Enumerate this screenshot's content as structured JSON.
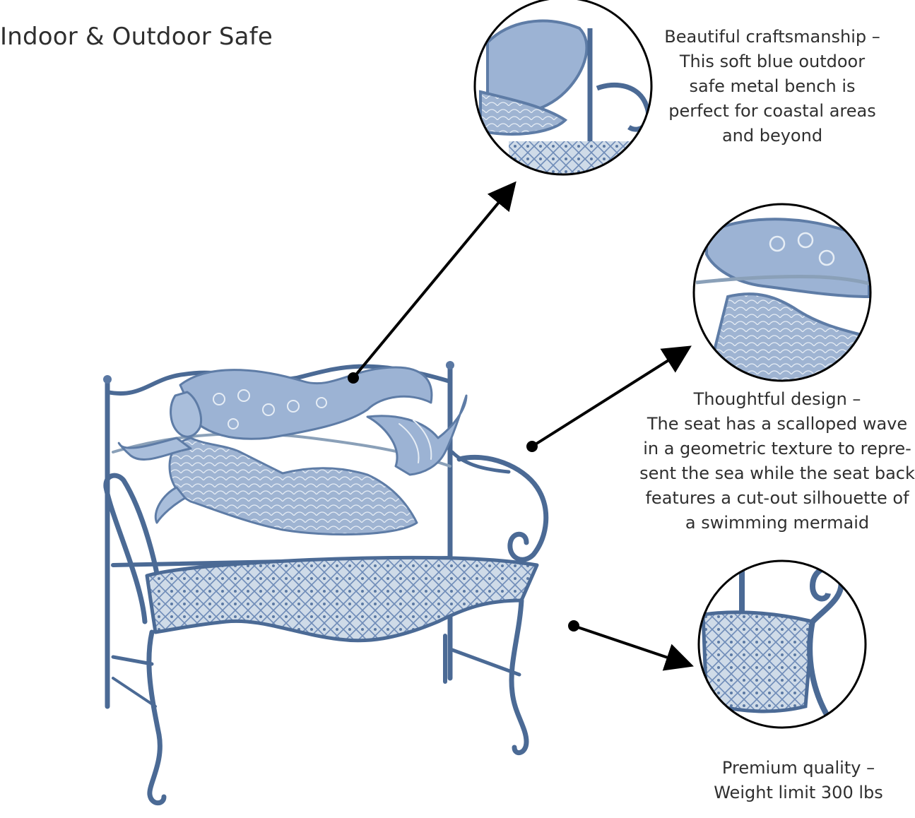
{
  "heading": "Indoor & Outdoor Safe",
  "colors": {
    "metal": "#6f8cb8",
    "metal_light": "#c9d6e6",
    "metal_dark": "#3e5b86",
    "accent_green": "#6a9a8e",
    "text": "#2f2f2f",
    "arrow": "#000000"
  },
  "callouts": [
    {
      "title": "Beautiful craftsmanship –",
      "lines": [
        "This soft blue outdoor",
        "safe metal bench is",
        "perfect for coastal areas",
        "and beyond"
      ],
      "icon": "mermaid-tail-closeup"
    },
    {
      "title": "Thoughtful design –",
      "lines": [
        "The seat has a scalloped wave",
        "in a geometric texture to repre-",
        "sent the sea while the seat back",
        "features a cut-out silhouette of",
        "a swimming mermaid"
      ],
      "icon": "mermaid-body-closeup"
    },
    {
      "title": "Premium quality –",
      "lines": [
        "Weight limit 300 lbs"
      ],
      "icon": "seat-armrest-closeup"
    }
  ]
}
